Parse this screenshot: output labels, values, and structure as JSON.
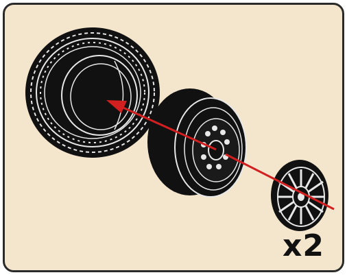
{
  "instruction_step": {
    "quantity_label": "x2",
    "parts": [
      {
        "name": "tire",
        "icon": "tire-icon"
      },
      {
        "name": "rim",
        "icon": "rim-icon"
      },
      {
        "name": "hub-cap",
        "icon": "hub-cap-icon"
      }
    ],
    "colors": {
      "background": "#f3e6cc",
      "border": "#2a2a2a",
      "part": "#111111",
      "part_detail": "#e8e8e8",
      "arrow": "#d21f1f"
    }
  }
}
